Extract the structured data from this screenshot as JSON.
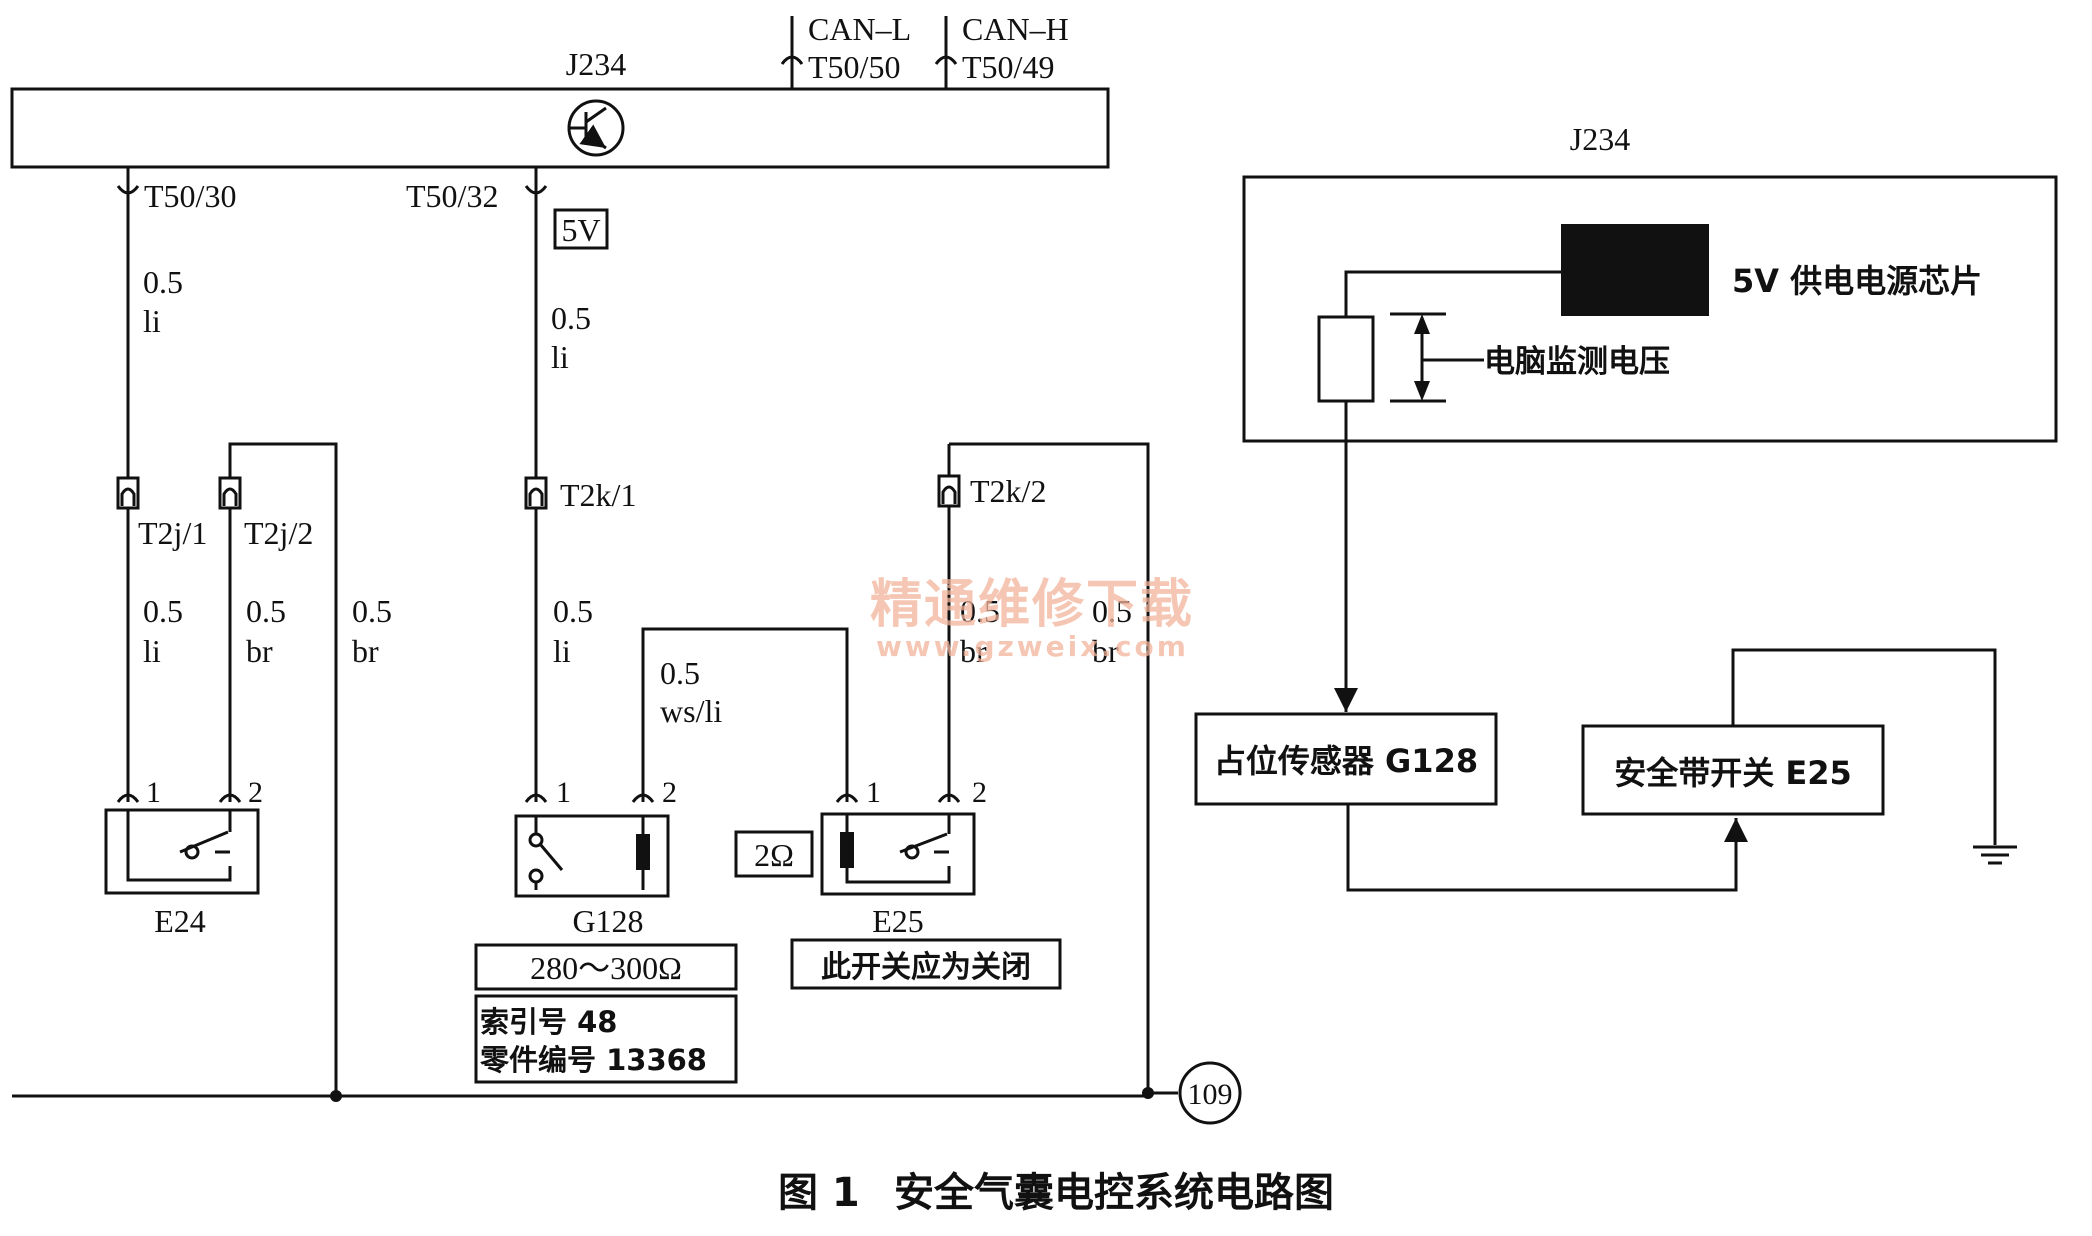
{
  "left": {
    "module": "J234",
    "can": [
      {
        "name": "CAN–L",
        "pin": "T50/50"
      },
      {
        "name": "CAN–H",
        "pin": "T50/49"
      }
    ],
    "pins": {
      "t50_30": "T50/30",
      "t50_32": "T50/32"
    },
    "voltage_box": "5V",
    "wire_labels": [
      {
        "g": "0.5",
        "c": "li"
      },
      {
        "g": "0.5",
        "c": "li"
      },
      {
        "g": "0.5",
        "c": "li"
      },
      {
        "g": "0.5",
        "c": "br"
      },
      {
        "g": "0.5",
        "c": "br"
      },
      {
        "g": "0.5",
        "c": "li"
      },
      {
        "g": "0.5",
        "c": "ws/li"
      },
      {
        "g": "0.5",
        "c": "br"
      },
      {
        "g": "0.5",
        "c": "br"
      }
    ],
    "connectors": [
      "T2j/1",
      "T2j/2",
      "T2k/1",
      "T2k/2"
    ],
    "components": {
      "e24": {
        "name": "E24",
        "pin1": "1",
        "pin2": "2"
      },
      "g128": {
        "name": "G128",
        "pin1": "1",
        "pin2": "2"
      },
      "e25": {
        "name": "E25",
        "pin1": "1",
        "pin2": "2"
      }
    },
    "resistance": "2Ω",
    "g128_range": "280～300Ω",
    "g128_index": "索引号 48",
    "g128_part": "零件编号 13368",
    "e25_note": "此开关应为关闭",
    "ground": "109"
  },
  "right": {
    "module": "J234",
    "chip": "5V 供电电源芯片",
    "monitor": "电脑监测电压",
    "sensor": "占位传感器 G128",
    "switch": "安全带开关 E25"
  },
  "watermark": {
    "text": "精通维修下载",
    "url": "www.gzweix.com"
  },
  "caption": {
    "figure": "图 1",
    "title": "安全气囊电控系统电路图"
  }
}
